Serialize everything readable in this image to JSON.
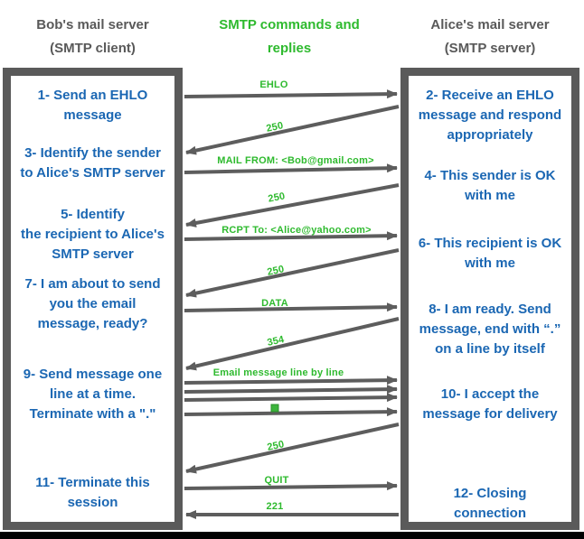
{
  "headers": {
    "left": "Bob's mail server\n(SMTP client)",
    "middle": "SMTP commands and\nreplies",
    "right": "Alice's mail server\n(SMTP server)"
  },
  "client": {
    "steps": [
      {
        "text": "1- Send an EHLO\nmessage"
      },
      {
        "text": "3- Identify the sender\nto Alice's SMTP server"
      },
      {
        "text": "5- Identify\nthe recipient to Alice's\nSMTP server"
      },
      {
        "text": "7- I am about to send\nyou the email\nmessage, ready?"
      },
      {
        "text": "9- Send message one\nline at a time.\nTerminate with a \".\""
      },
      {
        "text": "11- Terminate this\nsession"
      }
    ]
  },
  "server": {
    "steps": [
      {
        "text": "2- Receive an EHLO\nmessage and respond\nappropriately"
      },
      {
        "text": "4- This sender is OK\nwith me"
      },
      {
        "text": "6- This recipient is OK\nwith me"
      },
      {
        "text": "8-  I am ready. Send\nmessage, end with “.”\non a line by itself"
      },
      {
        "text": "10-  I accept the\nmessage for delivery"
      },
      {
        "text": "12-  Closing\nconnection"
      }
    ]
  },
  "messages": [
    {
      "label": "EHLO",
      "from": "client",
      "to": "server"
    },
    {
      "label": "250",
      "from": "server",
      "to": "client"
    },
    {
      "label": "MAIL FROM: <Bob@gmail.com>",
      "from": "client",
      "to": "server"
    },
    {
      "label": "250",
      "from": "server",
      "to": "client"
    },
    {
      "label": "RCPT To: <Alice@yahoo.com>",
      "from": "client",
      "to": "server"
    },
    {
      "label": "250",
      "from": "server",
      "to": "client"
    },
    {
      "label": "DATA",
      "from": "client",
      "to": "server"
    },
    {
      "label": "354",
      "from": "server",
      "to": "client"
    },
    {
      "label": "Email message line by line",
      "from": "client",
      "to": "server"
    },
    {
      "label": ".",
      "from": "client",
      "to": "server"
    },
    {
      "label": "250",
      "from": "server",
      "to": "client"
    },
    {
      "label": "QUIT",
      "from": "client",
      "to": "server"
    },
    {
      "label": "221",
      "from": "server",
      "to": "client"
    }
  ],
  "colors": {
    "step_blue": "#1b67b3",
    "accent_green": "#2eba2e",
    "box_gray": "#5a5a5a",
    "arrow_gray": "#5d5d5d"
  }
}
